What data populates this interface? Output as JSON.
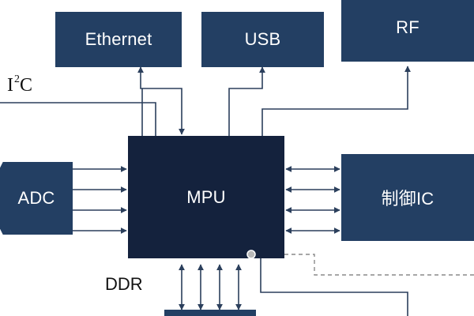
{
  "diagram": {
    "blocks": {
      "ethernet": "Ethernet",
      "usb": "USB",
      "rf": "RF",
      "mpu": "MPU",
      "adc": "ADC",
      "control_ic": "制御IC"
    },
    "labels": {
      "i2c_base": "I",
      "i2c_sup": "2",
      "i2c_tail": "C",
      "ddr": "DDR"
    },
    "colors": {
      "block_fill": "#233f63",
      "mpu_fill": "#14223d",
      "wire": "#2b3f5c",
      "dashed_wire": "#8a8a8a"
    }
  }
}
